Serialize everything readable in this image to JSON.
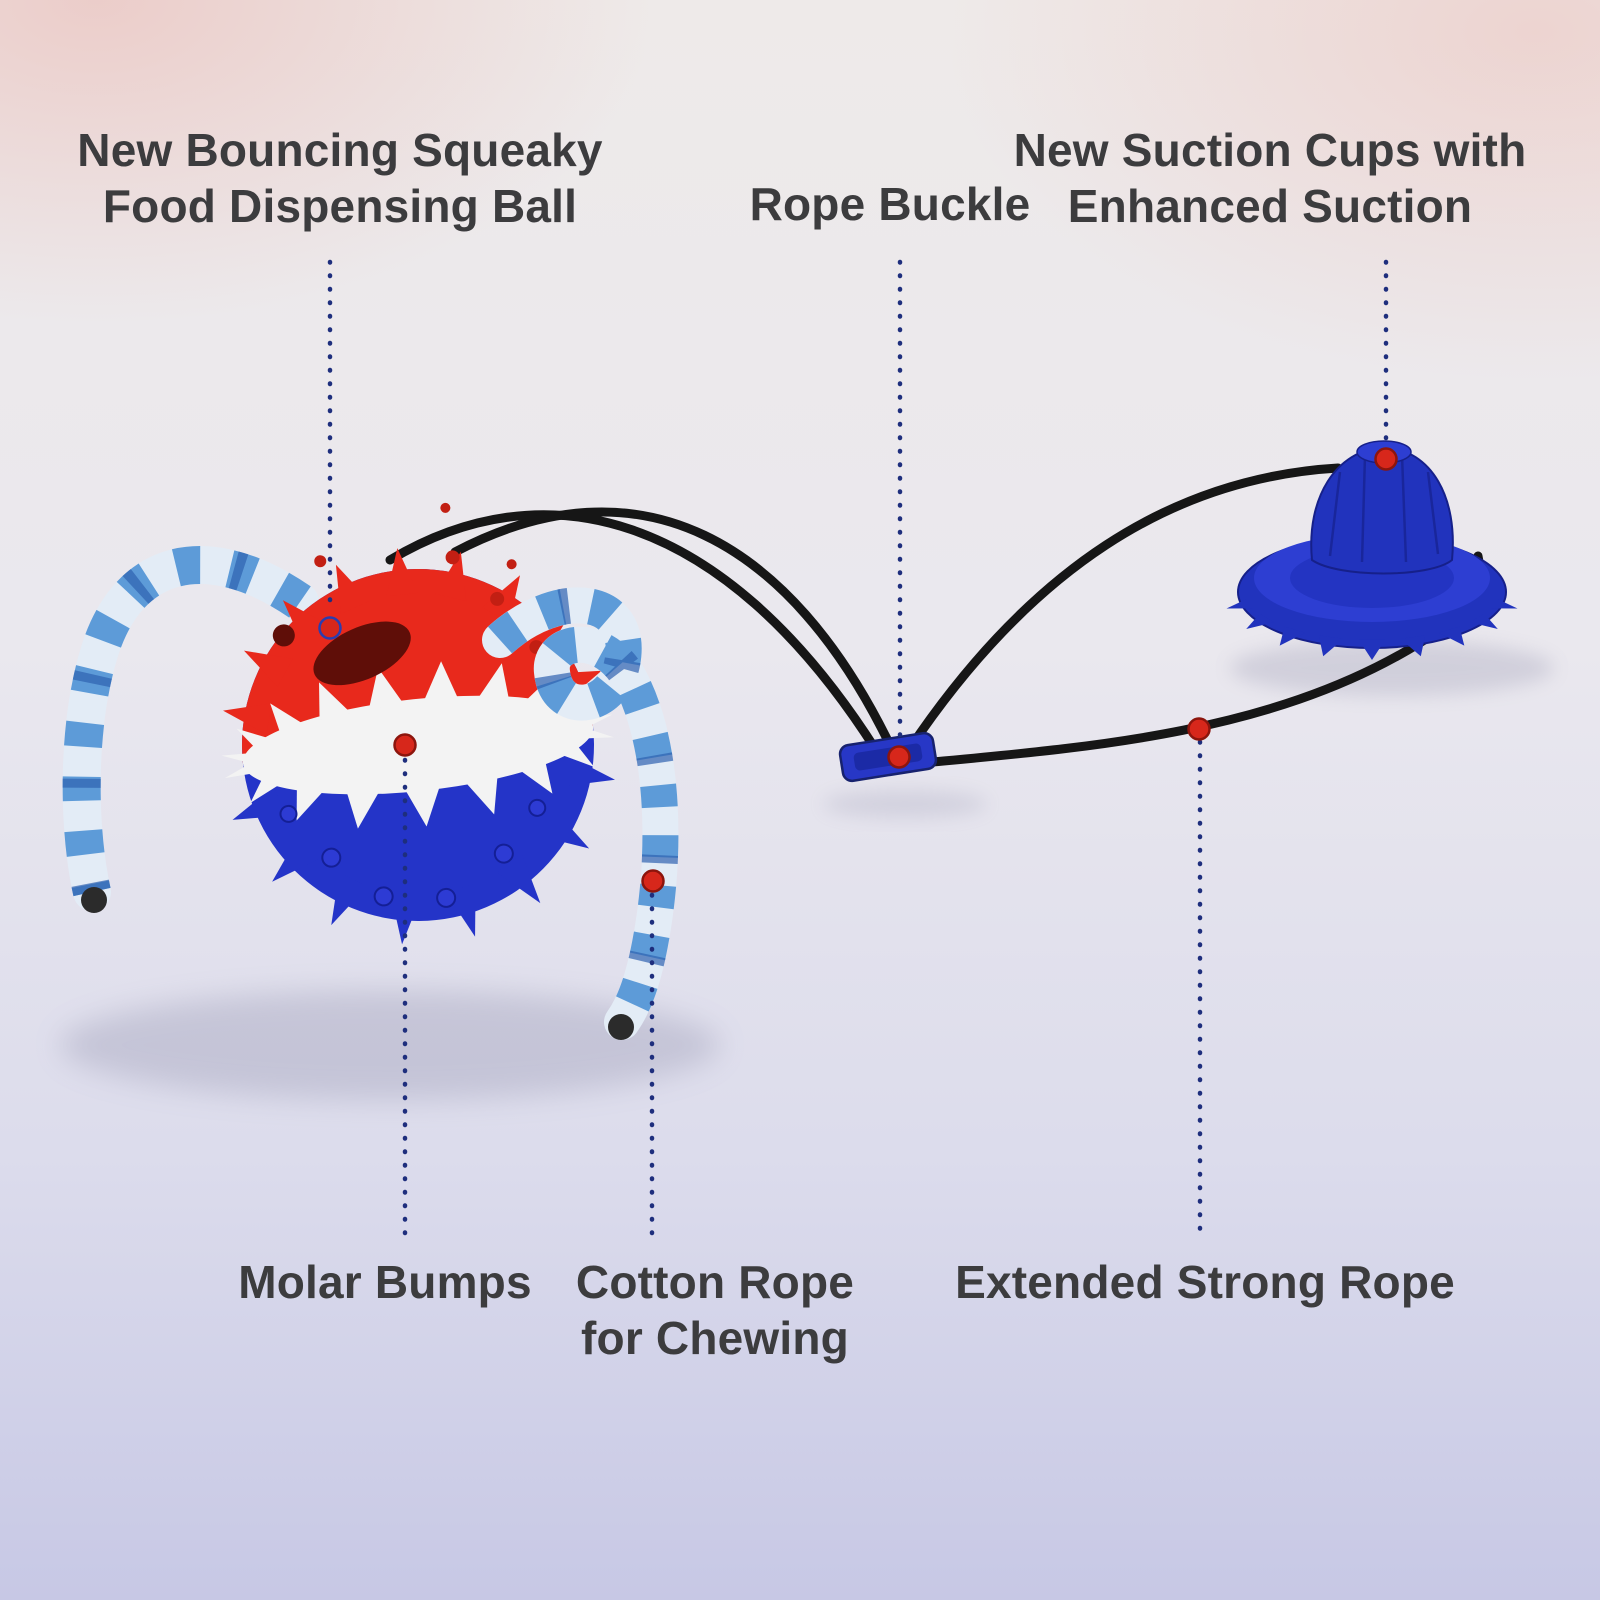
{
  "callouts": {
    "dispensing_ball": "New Bouncing Squeaky\nFood Dispensing Ball",
    "rope_buckle": "Rope Buckle",
    "suction_cups": "New Suction Cups with\nEnhanced Suction",
    "molar_bumps": "Molar Bumps",
    "cotton_rope": "Cotton Rope\nfor Chewing",
    "extended_rope": "Extended Strong Rope"
  },
  "colors": {
    "text": "#3c3c3e",
    "leader_line": "#1e2e7d",
    "marker_red": "#d7271b",
    "ball_red": "#e8291c",
    "ball_blue": "#2434c8",
    "band_white": "#f3f3f3",
    "rope_blue": "#5d9bd8",
    "rope_light": "#e3ecf6",
    "elastic_black": "#161616",
    "suction_blue": "#2133bd"
  }
}
